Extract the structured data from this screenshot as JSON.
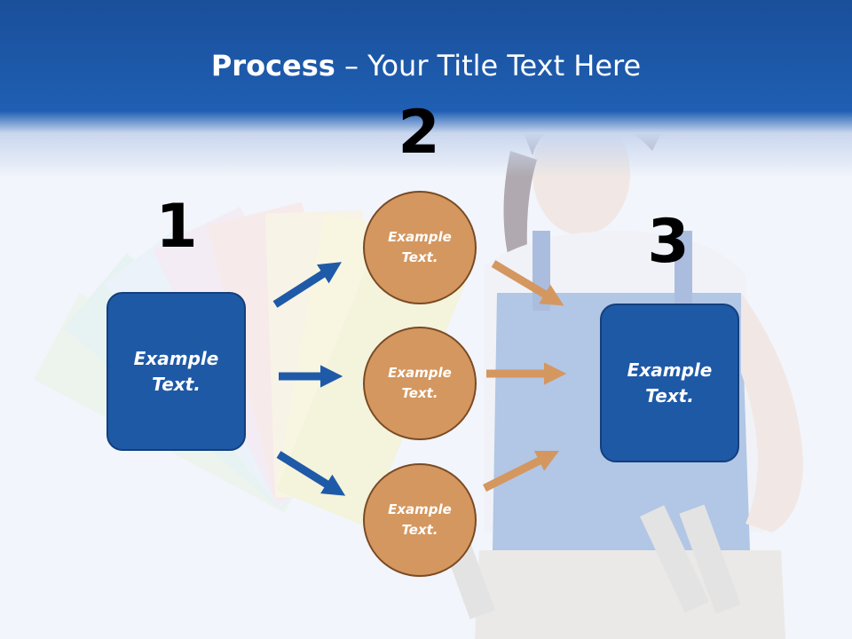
{
  "title": {
    "bold": "Process",
    "rest": " – Your Title Text Here"
  },
  "steps": {
    "one": {
      "number": "1",
      "text": "Example\nText."
    },
    "two": {
      "number": "2",
      "circles": [
        {
          "text": "Example\nText."
        },
        {
          "text": "Example\nText."
        },
        {
          "text": "Example\nText."
        }
      ]
    },
    "three": {
      "number": "3",
      "text": "Example\nText."
    }
  },
  "colors": {
    "header": "#1f5fb3",
    "box_fill": "#1e59a6",
    "circle_fill": "#d4975f",
    "blue_arrow": "#1f5aa8",
    "tan_arrow": "#d4975f"
  },
  "icons": [
    "arrow-right-icon"
  ]
}
